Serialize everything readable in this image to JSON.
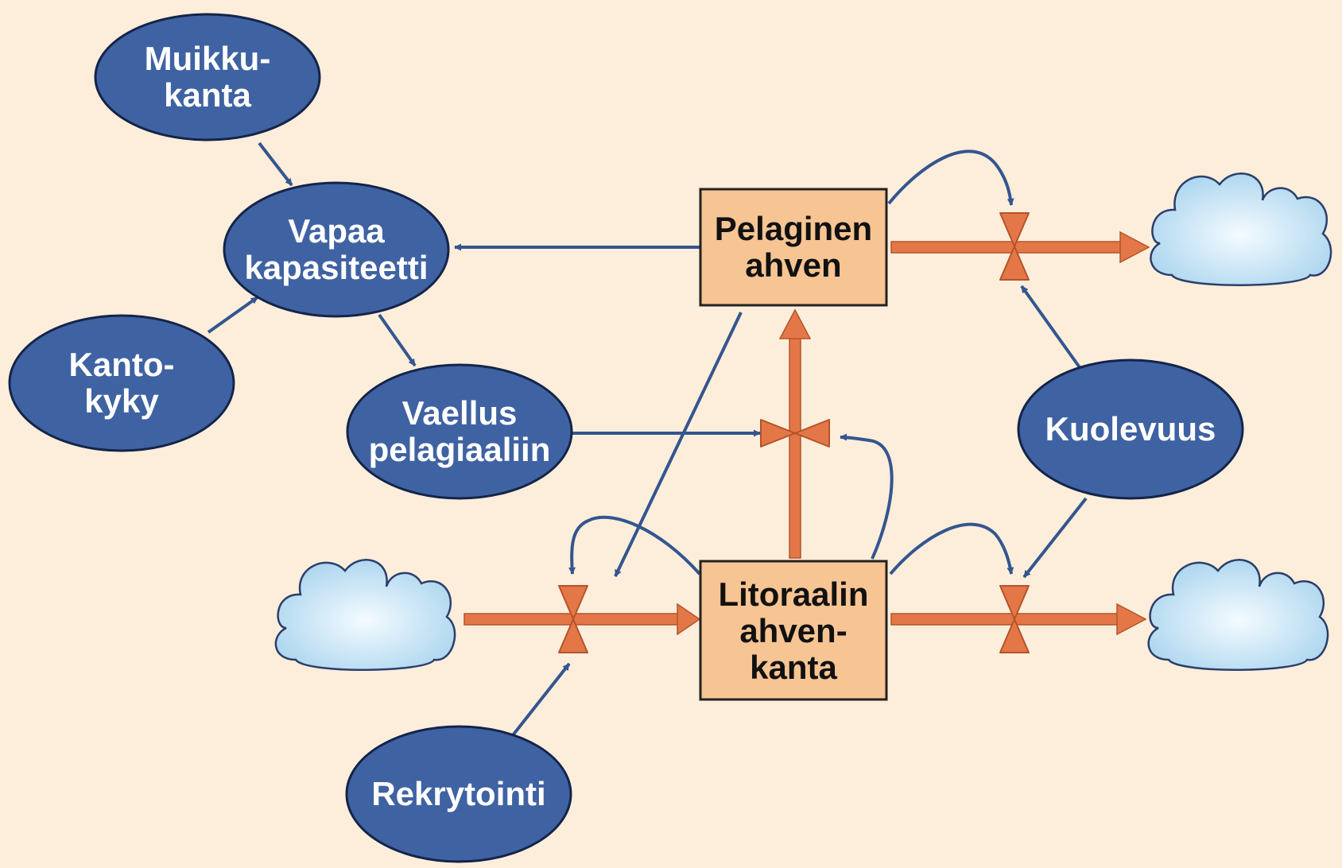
{
  "colors": {
    "background": "#fdeedb",
    "ellipse_fill": "#3f62a2",
    "ellipse_stroke": "#14244a",
    "box_fill": "#f7c493",
    "box_stroke": "#222222",
    "flow": "#e47747",
    "flow_stroke": "#b5532a",
    "link": "#34558f",
    "cloud_stroke": "#2b3f6b"
  },
  "variables": {
    "muikkukanta": [
      "Muikku-",
      "kanta"
    ],
    "vapaa_kapasiteetti": [
      "Vapaa",
      "kapasiteetti"
    ],
    "kantokyky": [
      "Kanto-",
      "kyky"
    ],
    "vaellus_pelagiaaliin": [
      "Vaellus",
      "pelagiaaliin"
    ],
    "kuolevuus": [
      "Kuolevuus"
    ],
    "rekrytointi": [
      "Rekrytointi"
    ]
  },
  "stocks": {
    "pelaginen_ahven": [
      "Pelaginen",
      "ahven"
    ],
    "litoraalin_ahvenkanta": [
      "Litoraalin",
      "ahven-",
      "kanta"
    ]
  }
}
